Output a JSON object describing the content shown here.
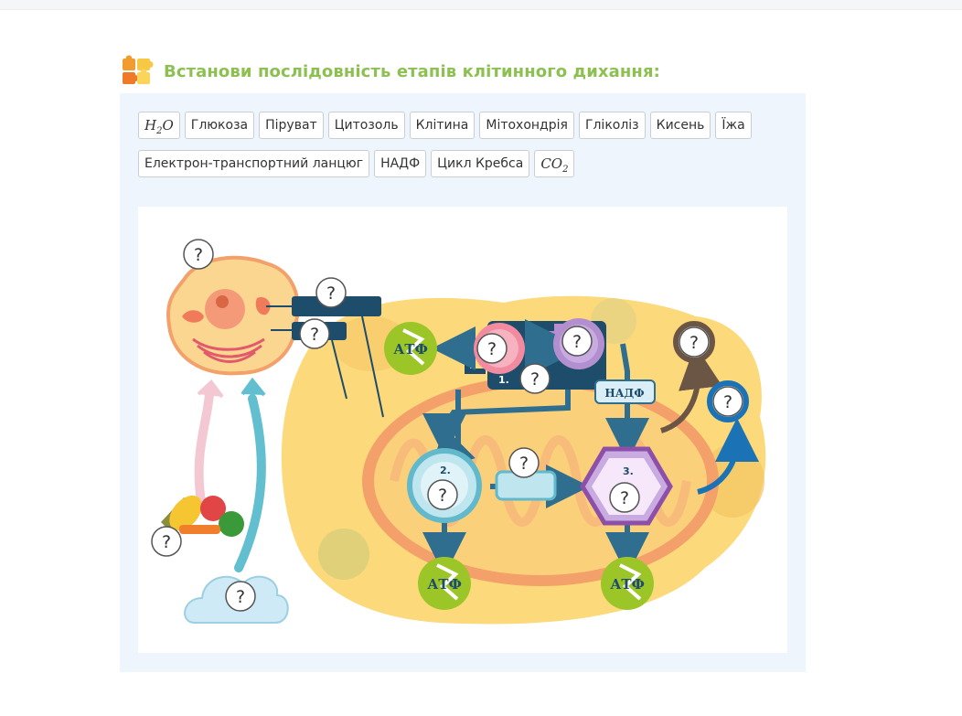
{
  "task": {
    "title": "Встанови послідовність етапів клітинного дихання:"
  },
  "chips_rows": [
    [
      {
        "id": "h2o",
        "label": "H",
        "sub": "2",
        "tail": "O",
        "math": true
      },
      {
        "id": "glucose",
        "label": "Глюкоза"
      },
      {
        "id": "pyruvate",
        "label": "Піруват"
      },
      {
        "id": "cytosol",
        "label": "Цитозоль"
      },
      {
        "id": "cell",
        "label": "Клітина"
      },
      {
        "id": "mitochondria",
        "label": "Мітохондрія"
      },
      {
        "id": "glycolysis",
        "label": "Гліколіз"
      },
      {
        "id": "oxygen",
        "label": "Кисень"
      },
      {
        "id": "food",
        "label": "Їжа"
      }
    ],
    [
      {
        "id": "etc",
        "label": "Електрон-транспортний ланцюг"
      },
      {
        "id": "nadf",
        "label": "НАДФ"
      },
      {
        "id": "krebs",
        "label": "Цикл Кребса"
      },
      {
        "id": "co2",
        "label": "CO",
        "sub": "2",
        "math": true
      }
    ]
  ],
  "diagram": {
    "slot_symbol": "?",
    "atp_label": "АТФ",
    "nadf_label": "НАДФ",
    "step1": "1.",
    "step2": "2.",
    "step3": "3."
  },
  "colors": {
    "title": "#8cc152",
    "panel_bg": "#eef5fc",
    "dark_blue": "#1e4d6b",
    "arrow_blue": "#2f6e8e",
    "atp_green": "#9cc628",
    "cytoplasm": "#fcd97a",
    "mito": "#f4a06a"
  },
  "icons": {
    "header": "puzzle-icon"
  }
}
